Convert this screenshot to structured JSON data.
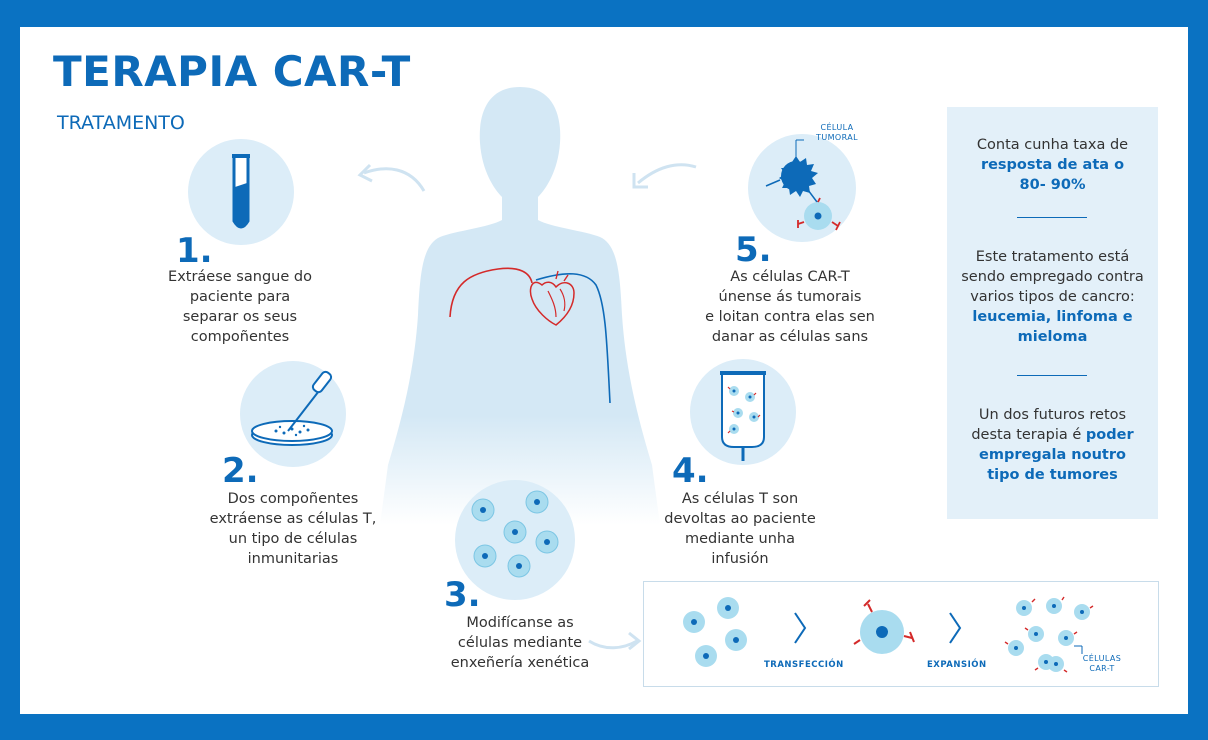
{
  "title": "TERAPIA CAR-T",
  "subtitle": "TRATAMENTO",
  "steps": [
    {
      "number": "1.",
      "text": "Extráese sangue do\npaciente para\nseparar os seus\ncompoñentes"
    },
    {
      "number": "2.",
      "text": "Dos compoñentes\nextráense as células T,\nun tipo de células\ninmunitarias"
    },
    {
      "number": "3.",
      "text": "Modifícanse as\ncélulas mediante\nenxeñería xenética"
    },
    {
      "number": "4.",
      "text": "As células T son\ndevoltas ao paciente\nmediante unha\ninfusión"
    },
    {
      "number": "5.",
      "text": "As células CAR-T\núnense ás tumorais\ne loitan contra elas sen\ndanar as células sans"
    }
  ],
  "tumor_label": "CÉLULA\nTUMORAL",
  "side": {
    "p1_pre": "Conta cunha taxa de",
    "p1_hl": "resposta de ata o\n80- 90%",
    "p2_pre": "Este tratamento está\nsendo empregado contra\nvarios tipos de cancro:",
    "p2_hl": "leucemia, linfoma e\nmieloma",
    "p3_pre": "Un dos futuros retos\ndesta terapia é",
    "p3_hl": "poder",
    "p3_hl2": "empregala noutro\ntipo de tumores"
  },
  "process": {
    "transfection": "TRANSFECCIÓN",
    "expansion": "EXPANSIÓN",
    "cart_label": "CÉLULAS\nCAR-T"
  },
  "colors": {
    "primary": "#0d6ab8",
    "light": "#dcedf8",
    "red": "#d42a2a",
    "cell": "#a9dcef"
  }
}
